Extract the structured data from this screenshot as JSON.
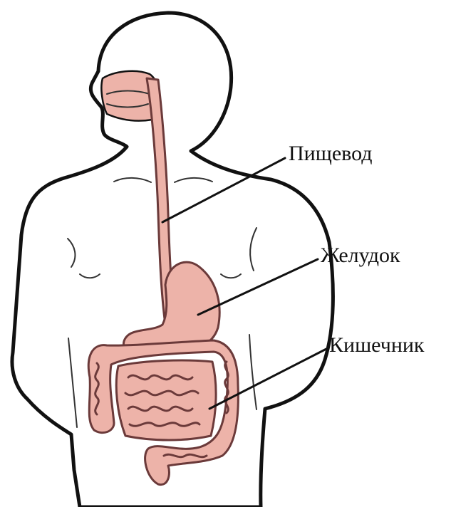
{
  "colors": {
    "skin": "#f8dcc0",
    "organ": "#edb3a9",
    "organ_dark": "#d9938b",
    "outline": "#111111"
  },
  "labels": {
    "esophagus": "Пищевод",
    "stomach": "Желудок",
    "intestine": "Кишечник"
  }
}
